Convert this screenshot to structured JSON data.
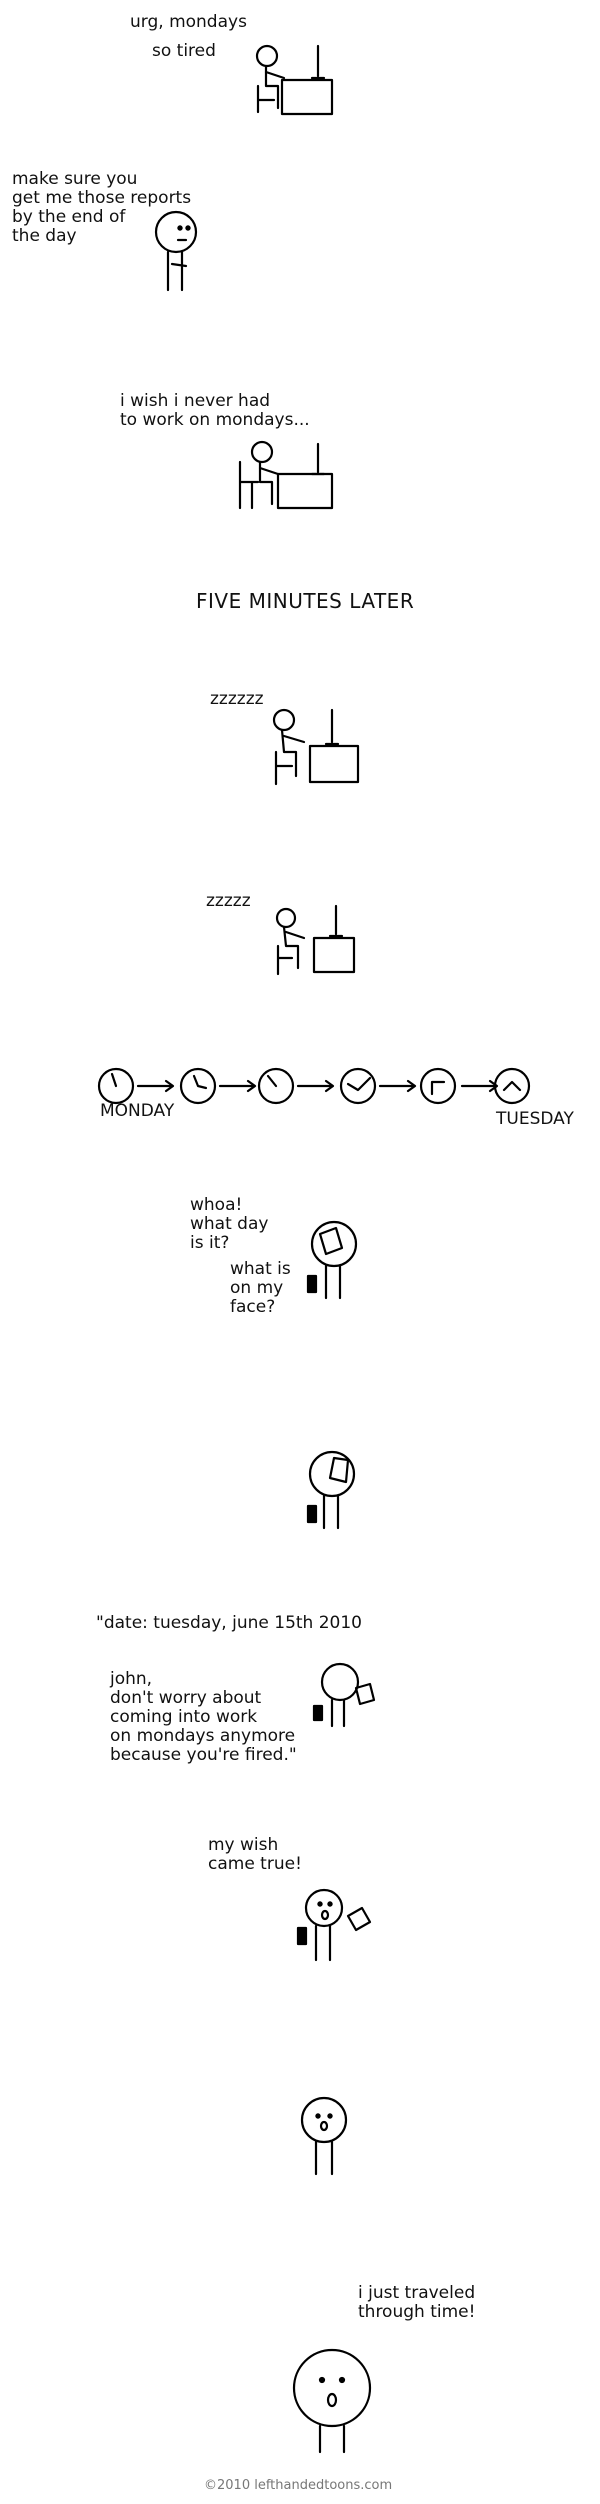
{
  "comic": {
    "panel1": {
      "line1": "urg, mondays",
      "line2": "so tired"
    },
    "panel2": {
      "speech": "make sure you\nget me those reports\nby the end of\nthe day"
    },
    "panel3": {
      "speech": "i wish i never had\nto work on mondays..."
    },
    "caption_later": "FIVE MINUTES LATER",
    "panel4": {
      "snore": "zzzzzz"
    },
    "panel5": {
      "snore": "zzzzz"
    },
    "timeline": {
      "start_label": "MONDAY",
      "end_label": "TUESDAY"
    },
    "panel7": {
      "whoa": "whoa!\nwhat day\nis it?",
      "face": "what is\non my\nface?"
    },
    "panel9": {
      "note": "\"date: tuesday, june 15th 2010",
      "letter": "john,\ndon't worry about\ncoming into work\non mondays anymore\nbecause you're fired.\""
    },
    "panel10": {
      "speech": "my wish\ncame true!"
    },
    "panel12": {
      "speech": "i just traveled\nthrough time!"
    },
    "footer": "©2010  lefthandedtoons.com"
  }
}
